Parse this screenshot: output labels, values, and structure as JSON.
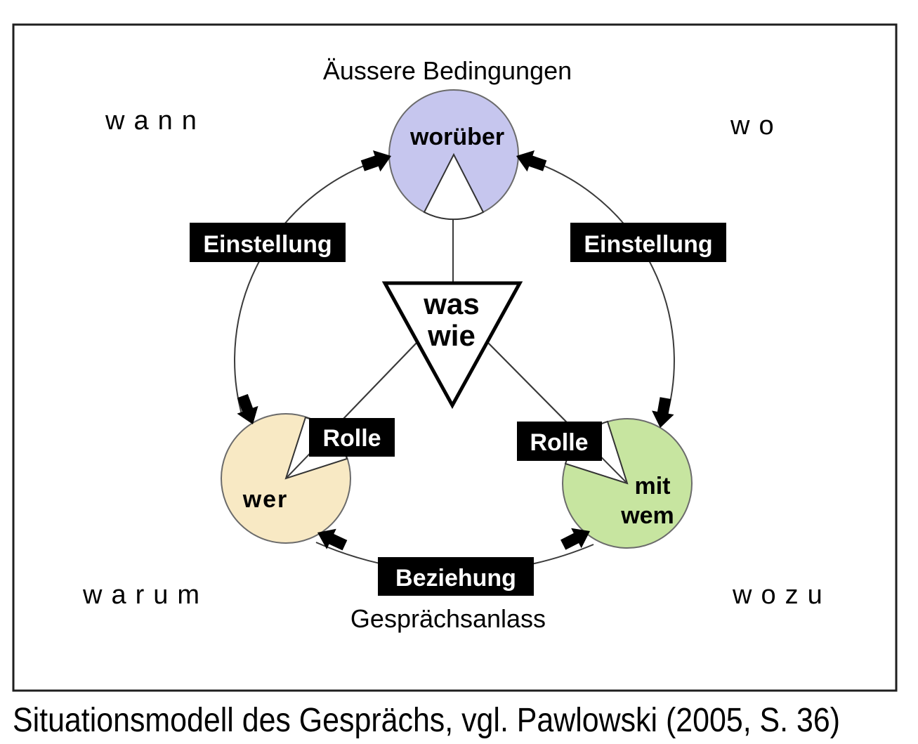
{
  "diagram": {
    "outer_label_top": "Äussere Bedingungen",
    "outer_label_bottom": "Gesprächsanlass",
    "corners": {
      "top_left": "wann",
      "top_right": "wo",
      "bottom_left": "warum",
      "bottom_right": "wozu"
    },
    "nodes": {
      "topic": {
        "label": "worüber",
        "color": "#c6c6ee"
      },
      "self": {
        "label": "wer",
        "color": "#f8e9c4"
      },
      "partner": {
        "label_line1": "mit",
        "label_line2": "wem",
        "color": "#c7e5a0"
      },
      "message": {
        "label_line1": "was",
        "label_line2": "wie",
        "color": "#ffffff"
      }
    },
    "edges": {
      "einstellung_left": "Einstellung",
      "einstellung_right": "Einstellung",
      "rolle_left": "Rolle",
      "rolle_right": "Rolle",
      "beziehung": "Beziehung"
    },
    "label_box_bg": "#000000",
    "label_box_text_color": "#ffffff"
  },
  "caption": "Situationsmodell des Gesprächs, vgl. Pawlowski (2005, S. 36)"
}
